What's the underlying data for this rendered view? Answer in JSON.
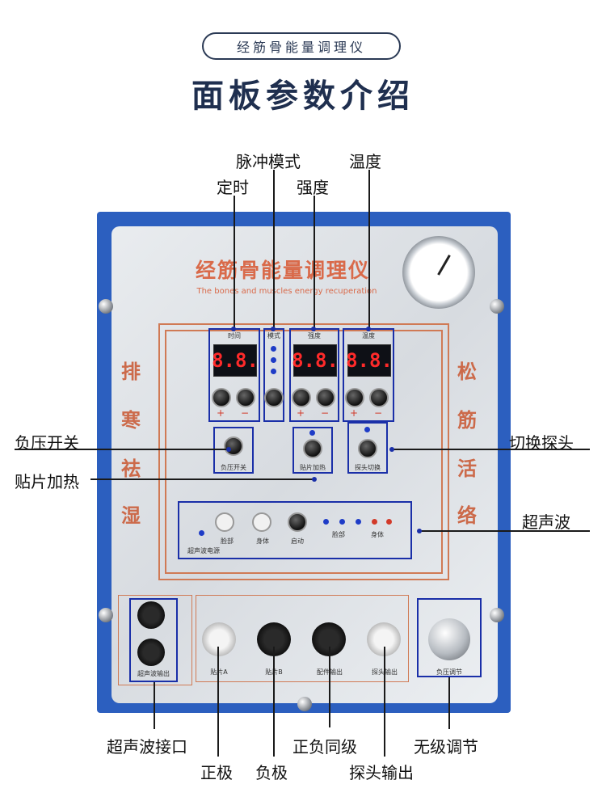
{
  "header": {
    "product_name": "经筋骨能量调理仪",
    "page_title": "面板参数介绍"
  },
  "panel": {
    "brand_cn": "经筋骨能量调理仪",
    "brand_en": "The bones and muscles energy recuperation",
    "left_chars": [
      "排",
      "寒",
      "祛",
      "湿"
    ],
    "right_chars": [
      "松",
      "筋",
      "活",
      "络"
    ],
    "display_labels": {
      "timer": "时间",
      "mode": "模式",
      "strength": "强度",
      "temperature": "温度"
    },
    "display_value": "8.8.",
    "plus": "+",
    "minus": "−",
    "button_tags": {
      "negative_pressure_switch": "负压开关",
      "patch_heating": "贴片加热",
      "probe_switch": "探头切换"
    },
    "ultrasound_tags": {
      "power": "超声波电源",
      "face": "脸部",
      "body": "身体",
      "start": "启动",
      "face_led": "脸部",
      "body_led": "身体"
    },
    "socket_tags": {
      "ultrasound_output": "超声波输出",
      "patch_a": "贴片A",
      "patch_b": "贴片B",
      "pair_output": "配件输出",
      "probe_output": "探头输出",
      "pressure_adjust": "负压调节"
    }
  },
  "callouts": {
    "pulse_mode": "脉冲模式",
    "temperature": "温度",
    "timer": "定时",
    "strength": "强度",
    "negative_pressure_switch": "负压开关",
    "probe_switch": "切换探头",
    "patch_heating": "贴片加热",
    "ultrasound": "超声波",
    "ultrasound_port": "超声波接口",
    "positive": "正极",
    "negative": "负极",
    "same_level": "正负同级",
    "probe_output": "探头输出",
    "stepless": "无级调节"
  },
  "colors": {
    "frame_blue": "#2c5fbf",
    "brand_orange": "#d96a4a",
    "callout_box_blue": "#1a2fa8",
    "display_red": "#ff2a2a"
  }
}
